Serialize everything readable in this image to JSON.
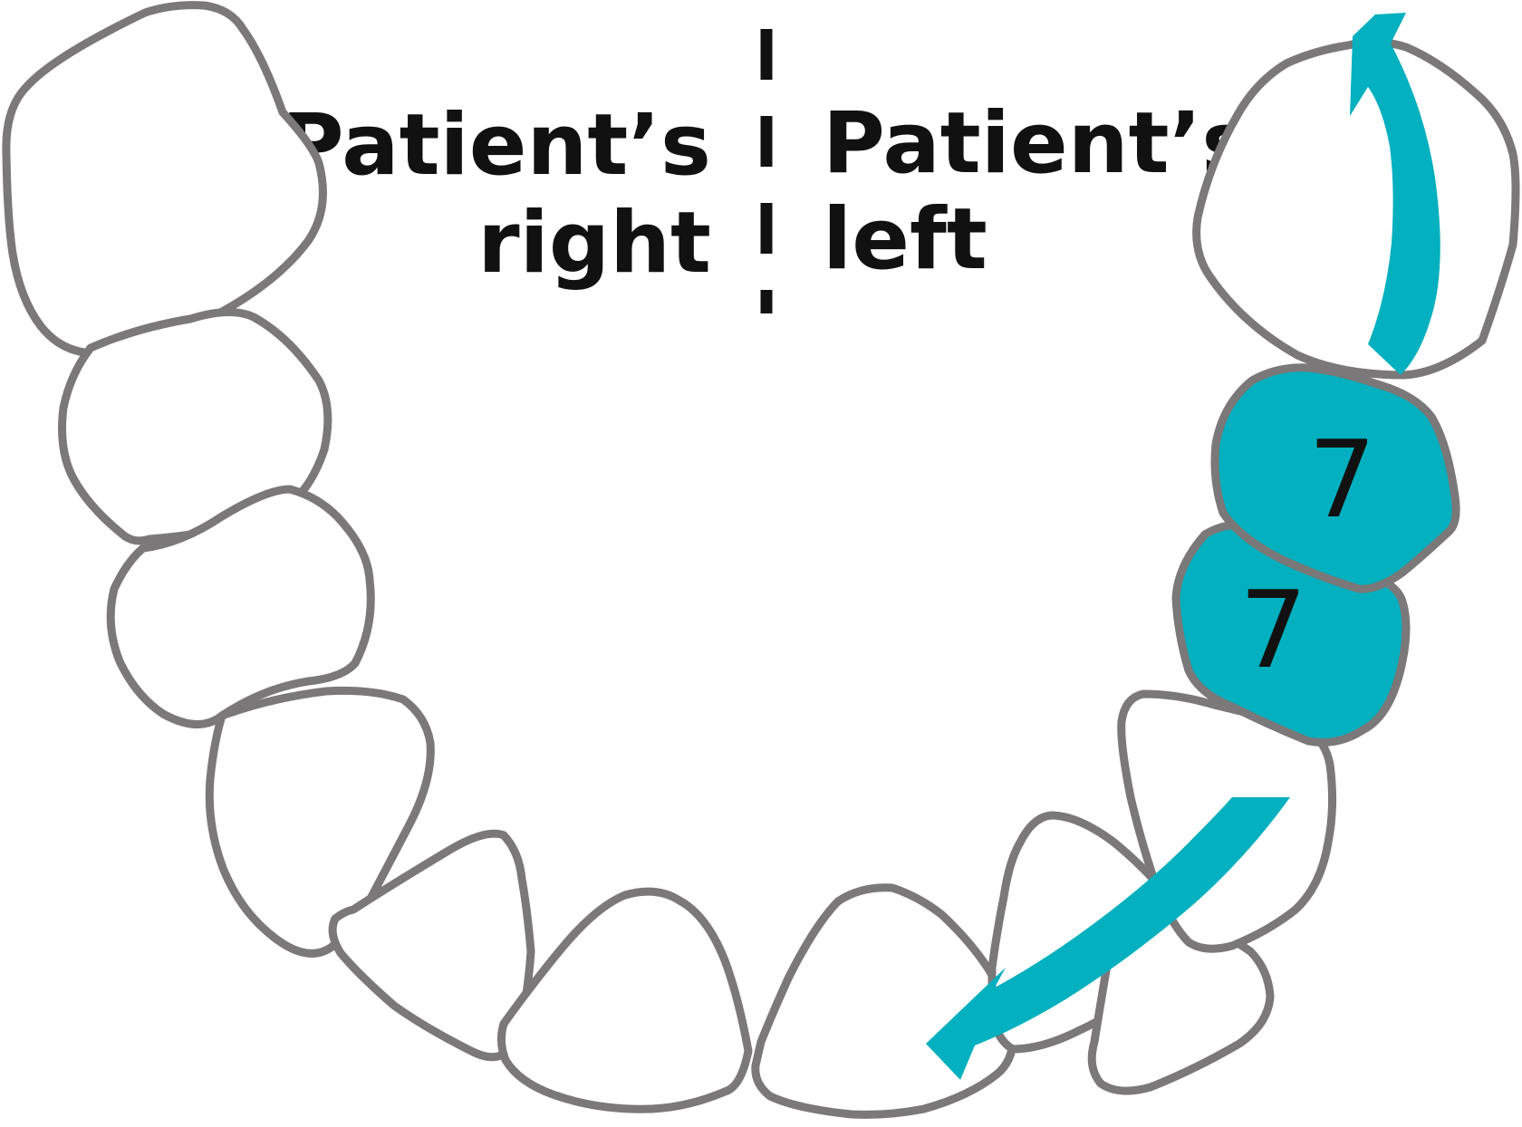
{
  "labels": {
    "right_line1": "Patient’s",
    "right_line2": "right",
    "left_line1": "Patient’s",
    "left_line2": "left"
  },
  "treated_tooth_mark": "7",
  "colors": {
    "highlight": "#02b0bf",
    "outline": "#7a7878",
    "text": "#111111",
    "background": "#ffffff"
  },
  "arrows": [
    {
      "name": "arrow-up",
      "direction": "up"
    },
    {
      "name": "arrow-down-left",
      "direction": "down-left"
    }
  ]
}
